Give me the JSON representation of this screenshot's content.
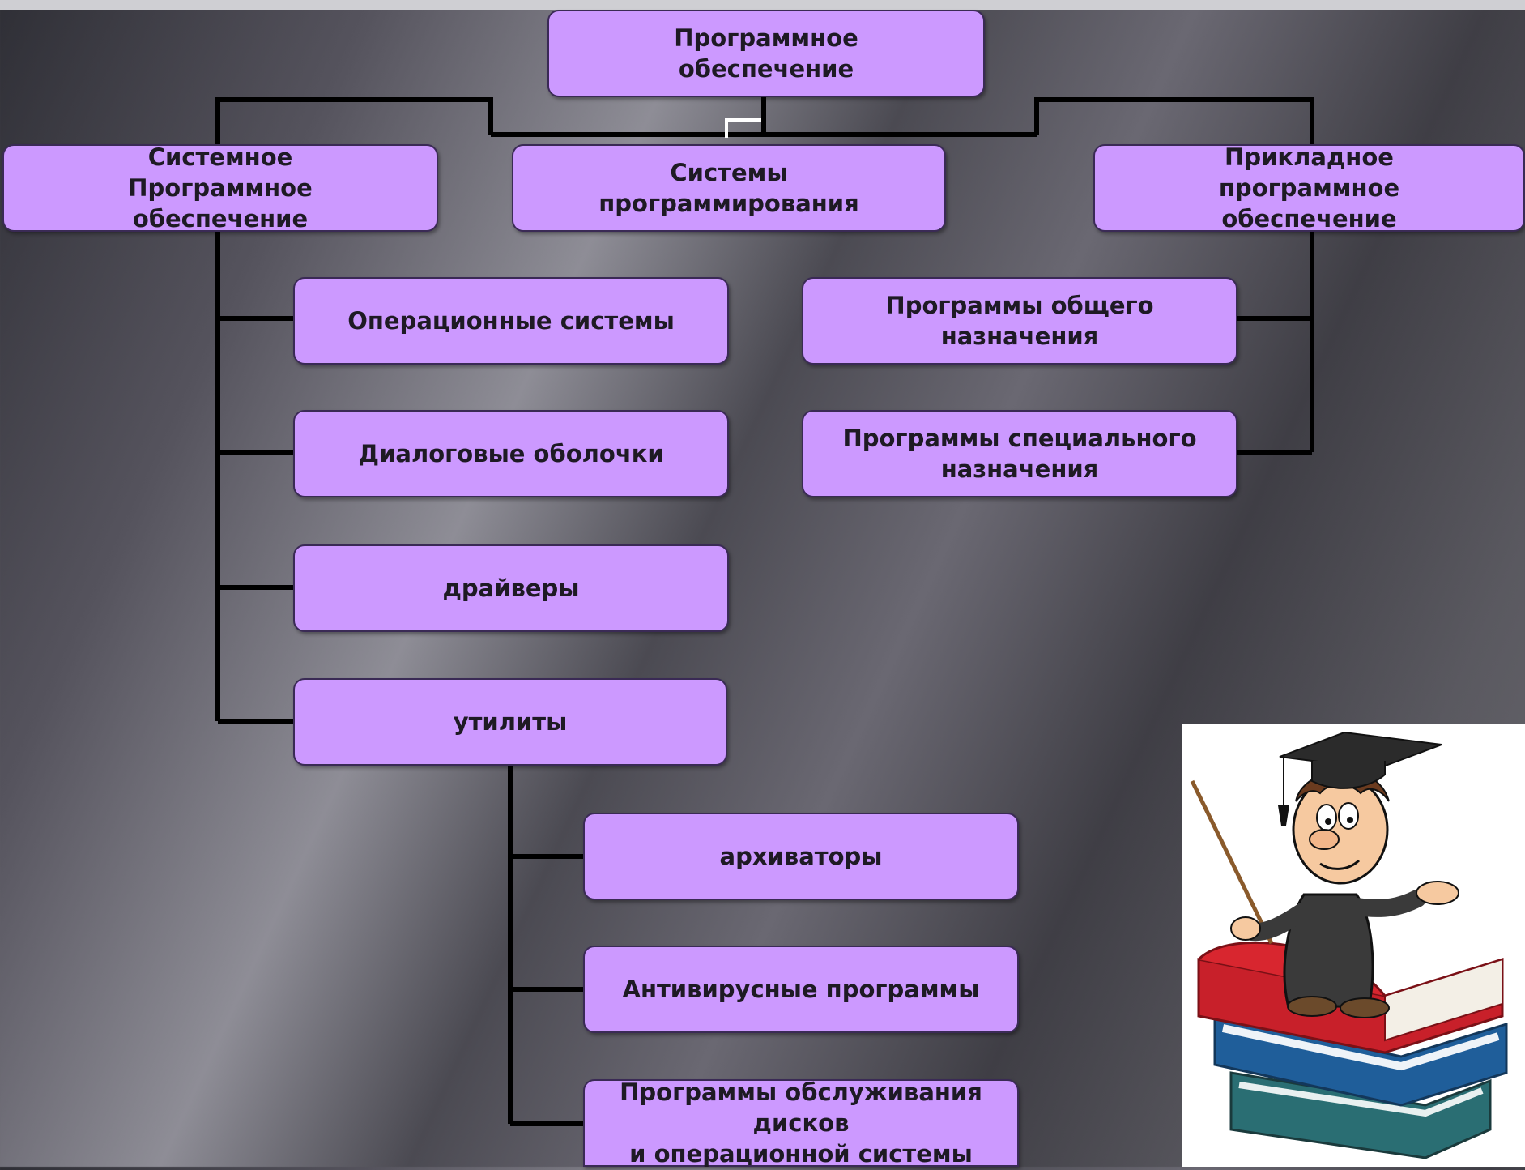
{
  "diagram": {
    "root": "Программное\nобеспечение",
    "level1": {
      "system": "Системное\nПрограммное\nобеспечение",
      "programming": "Системы\nпрограммирования",
      "applied": "Прикладное\nпрограммное\nобеспечение"
    },
    "system_children": {
      "os": "Операционные системы",
      "shells": "Диалоговые оболочки",
      "drivers": "драйверы",
      "utilities": "утилиты"
    },
    "utilities_children": {
      "archivers": "архиваторы",
      "antivirus": "Антивирусные программы",
      "disk_service": "Программы обслуживания\nдисков\nи операционной системы"
    },
    "applied_children": {
      "general": "Программы общего назначения",
      "special": "Программы специального\nназначения"
    },
    "box_color": "#cc99ff",
    "line_color": "#000000"
  },
  "illustration": {
    "icon": "professor-on-books-icon"
  }
}
